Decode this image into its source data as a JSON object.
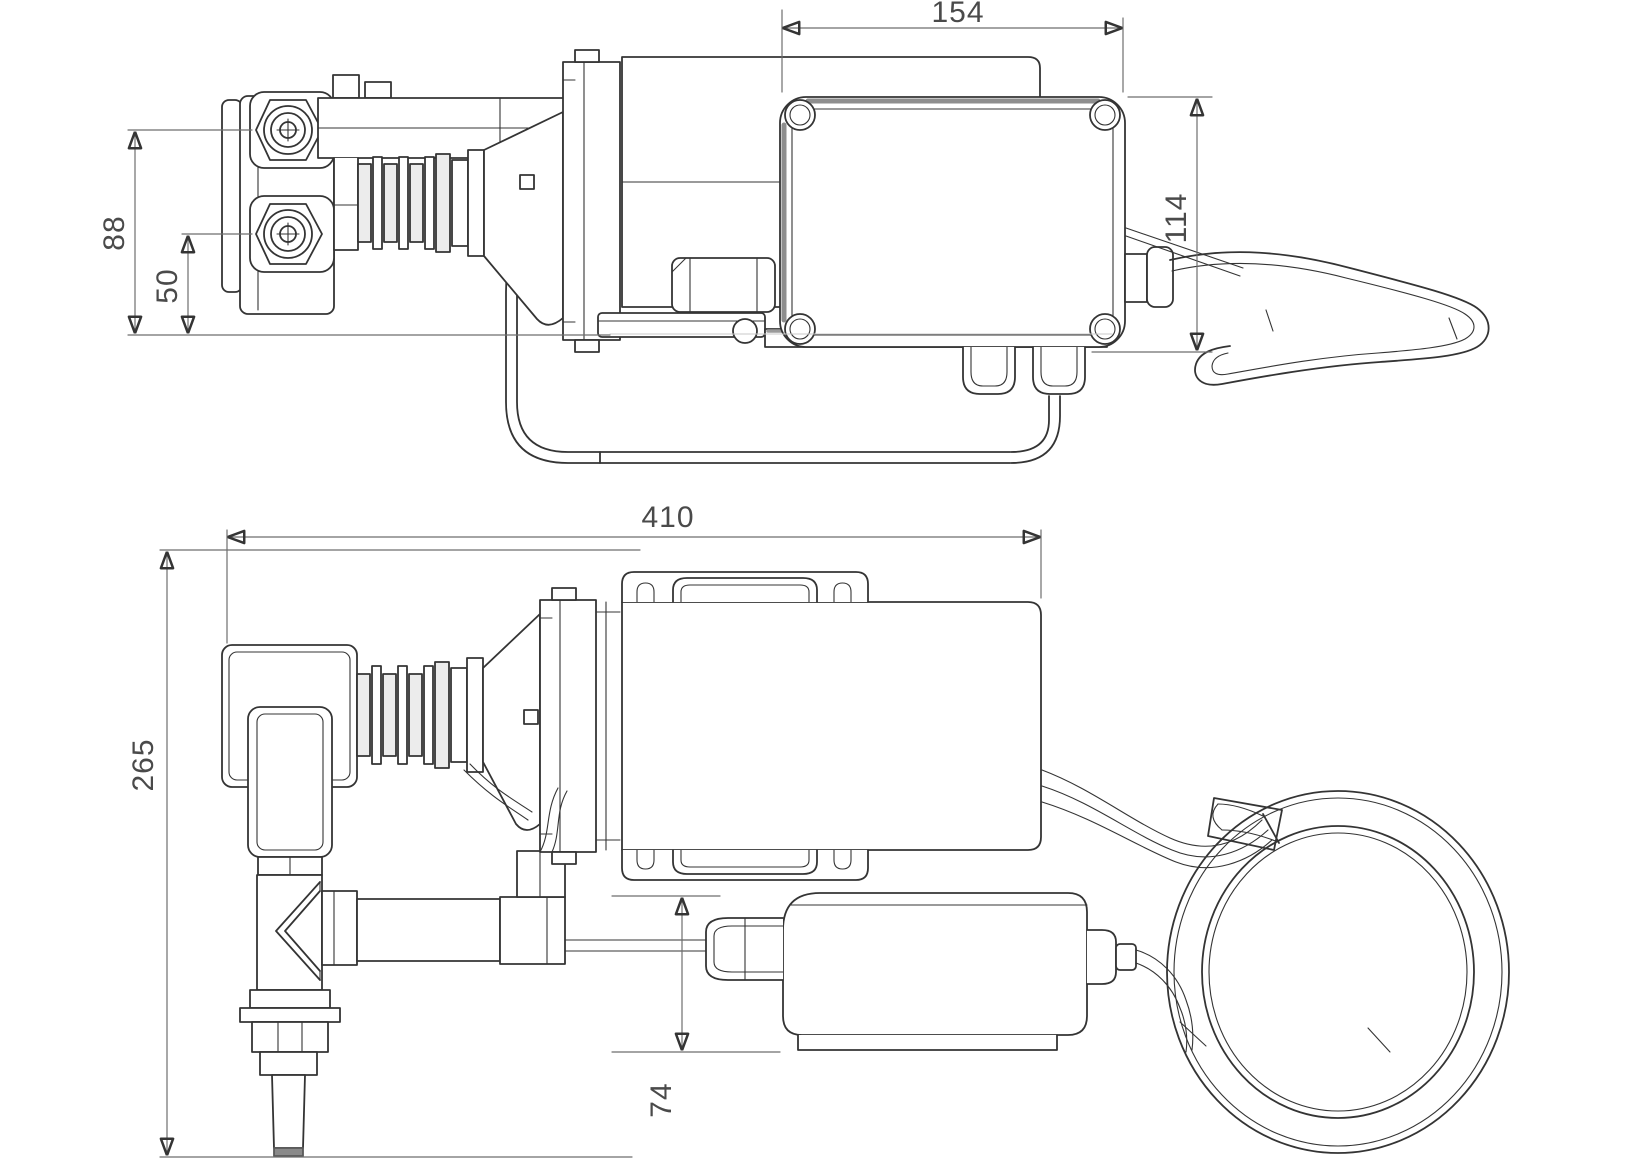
{
  "drawing": {
    "description": "Two-view dimensioned technical line drawing of a pump / solenoid valve assembly with junction box and coiled cable",
    "views": {
      "side_view": {
        "dimensions": {
          "junction_box_width": "154",
          "junction_box_height": "114",
          "port_spacing_overall": "88",
          "port_spacing_lower": "50"
        }
      },
      "plan_view": {
        "dimensions": {
          "overall_length": "410",
          "overall_height": "265",
          "control_box_height": "74"
        }
      }
    }
  },
  "colors": {
    "background": "#ffffff",
    "outline": "#343434",
    "shadow_edge": "#8e8e8e",
    "dimension_line": "#6e6e6e",
    "dimension_text": "#4a4a4a"
  }
}
